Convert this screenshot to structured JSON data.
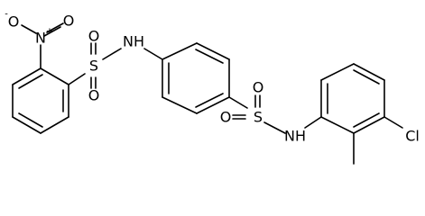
{
  "molecule": {
    "atoms": {
      "nitro_o_minus": "O",
      "nitro_o_minus_charge": "-",
      "nitro_n": "N",
      "nitro_n_charge": "+",
      "nitro_o_double": "O",
      "s1": "S",
      "s1_o_top": "O",
      "s1_o_bottom": "O",
      "nh1": "NH",
      "s2": "S",
      "s2_o_left": "O",
      "s2_o_top": "O",
      "nh2": "NH",
      "cl": "Cl"
    }
  }
}
